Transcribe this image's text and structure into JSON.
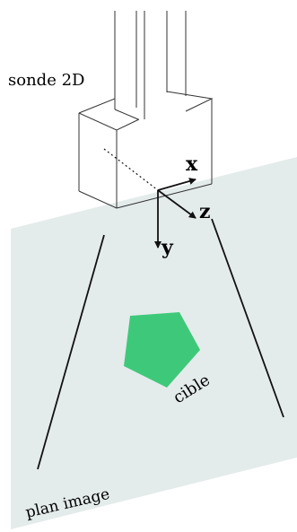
{
  "labels": {
    "probe": "sonde 2D",
    "image_plane": "plan image",
    "target": "cible",
    "axis_x": "x",
    "axis_y": "y",
    "axis_z": "z"
  },
  "colors": {
    "plane_fill": "#e4ebeb",
    "target_fill": "#3ec97a",
    "stroke": "#1a1a1a"
  },
  "icons": {
    "probe": "ultrasound-probe-icon",
    "target": "pentagon-target-icon"
  }
}
